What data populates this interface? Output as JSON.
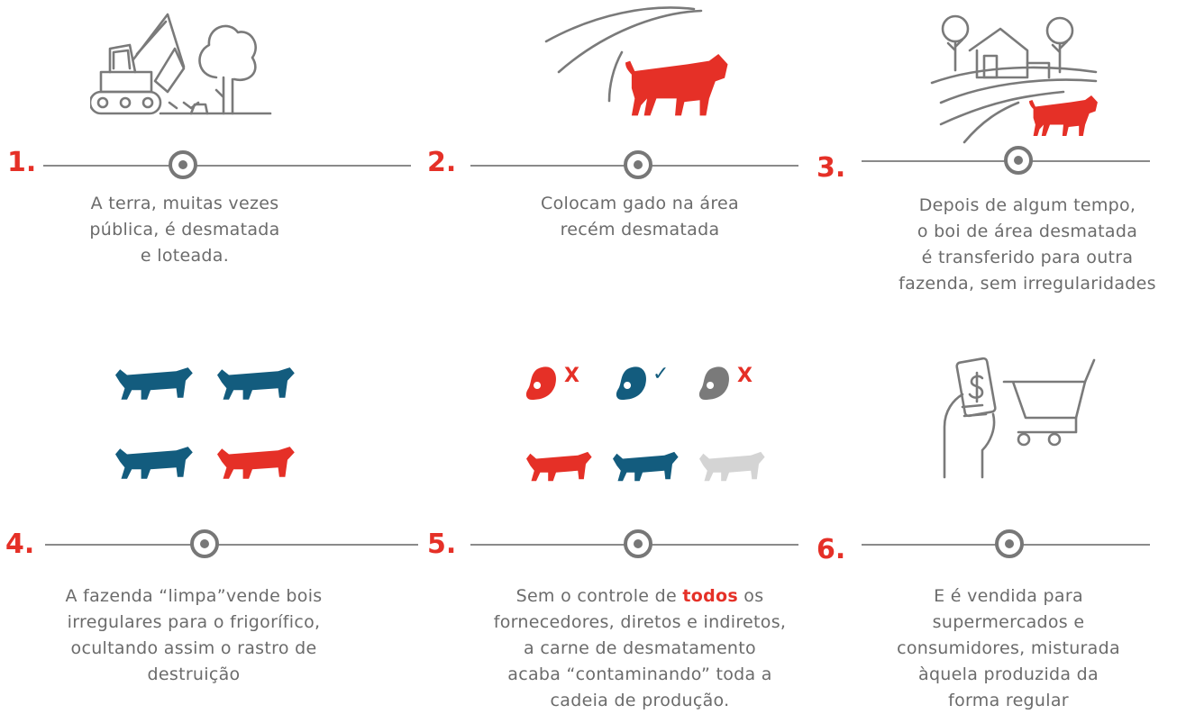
{
  "colors": {
    "red": "#e53027",
    "blue": "#135c7e",
    "gray": "#7a7a7a",
    "lightgray": "#d4d4d4"
  },
  "steps": [
    {
      "number": "1.",
      "lines": [
        "A terra, muitas vezes",
        "pública, é desmatada",
        "e loteada."
      ],
      "icon": "excavator-tree-icon"
    },
    {
      "number": "2.",
      "lines": [
        "Colocam gado na área",
        "recém desmatada"
      ],
      "icon": "cow-in-field-icon"
    },
    {
      "number": "3.",
      "lines": [
        "Depois de algum tempo,",
        "o boi de área desmatada",
        "é transferido para outra",
        "fazenda, sem irregularidades"
      ],
      "icon": "farm-transfer-icon"
    },
    {
      "number": "4.",
      "lines": [
        "A fazenda “limpa”vende bois",
        "irregulares para o frigorífico,",
        "ocultando assim o rastro de",
        "destruição"
      ],
      "icon": "cattle-herd-icon"
    },
    {
      "number": "5.",
      "line1_before": "Sem o controle de ",
      "line1_bold": "todos",
      "line1_after": " os",
      "lines": [
        "fornecedores, diretos e indiretos,",
        "a carne de desmatamento",
        "acaba “contaminando” toda a",
        "cadeia de produção."
      ],
      "marks": [
        "X",
        "✓",
        "X"
      ],
      "icon": "supplier-check-icon"
    },
    {
      "number": "6.",
      "lines": [
        "E é vendida para",
        "supermercados e",
        "consumidores, misturada",
        "àquela produzida da",
        "forma regular"
      ],
      "icon": "phone-cart-icon"
    }
  ]
}
